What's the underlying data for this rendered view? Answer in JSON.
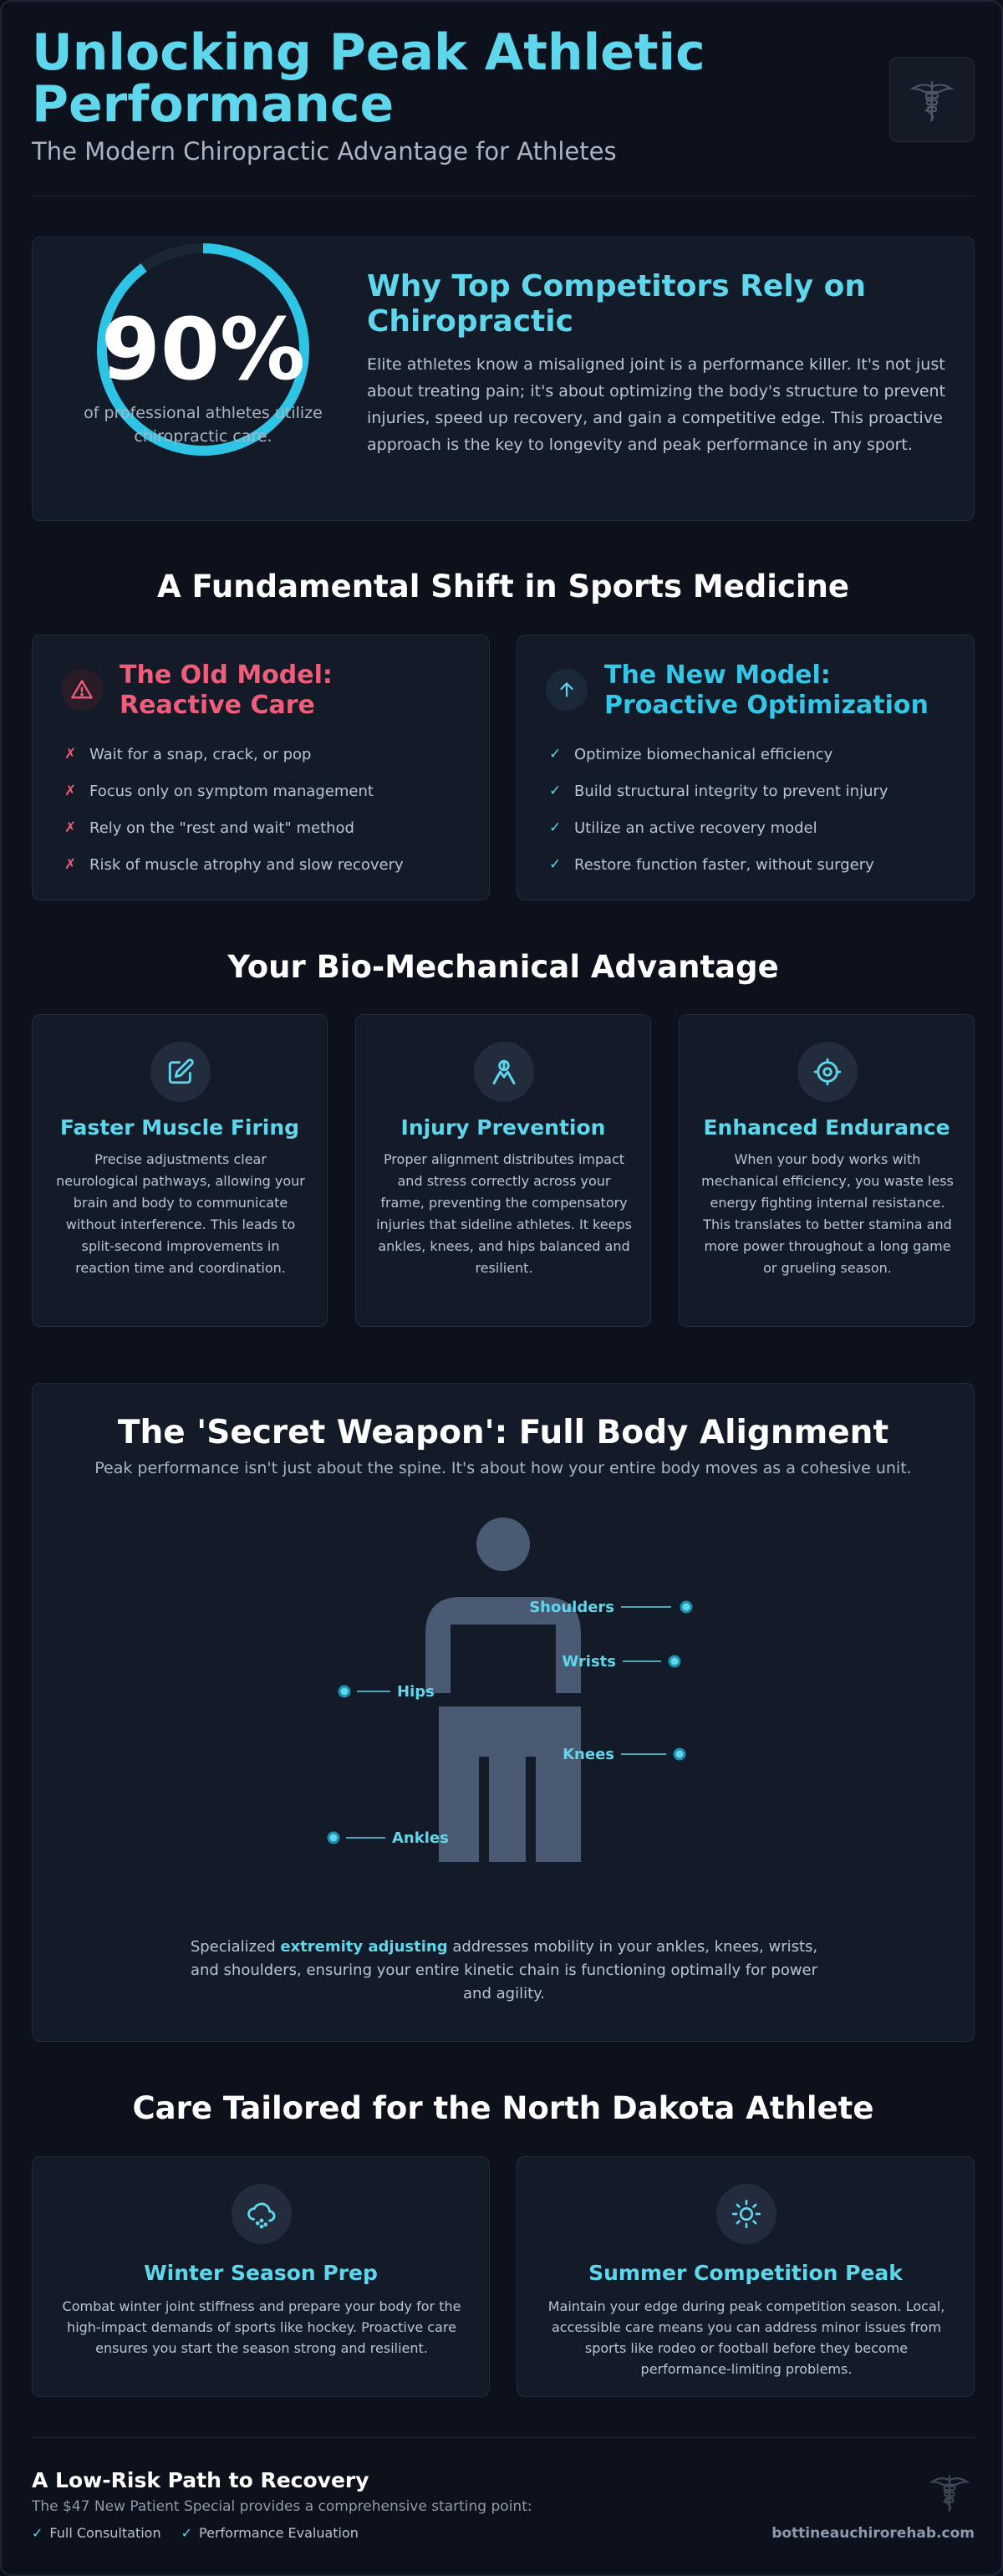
{
  "header": {
    "title": "Unlocking Peak Athletic Performance",
    "subtitle": "The Modern Chiropractic Advantage for Athletes",
    "logo_icon": "caduceus-spine-icon"
  },
  "stat": {
    "value": "90%",
    "ring_fraction": 0.9,
    "caption": "of professional athletes utilize chiropractic care.",
    "heading": "Why Top Competitors Rely on Chiropractic",
    "text": "Elite athletes know a misaligned joint is a performance killer. It's not just about treating pain; it's about optimizing the body's structure to prevent injuries, speed up recovery, and gain a competitive edge. This proactive approach is the key to longevity and peak performance in any sport."
  },
  "shift": {
    "heading": "A Fundamental Shift in Sports Medicine",
    "old": {
      "title": "The Old Model: Reactive Care",
      "icon": "warning-triangle-icon",
      "mark": "✗",
      "items": [
        "Wait for a snap, crack, or pop",
        "Focus only on symptom management",
        "Rely on the \"rest and wait\" method",
        "Risk of muscle atrophy and slow recovery"
      ]
    },
    "new": {
      "title": "The New Model: Proactive Optimization",
      "icon": "arrow-up-icon",
      "mark": "✓",
      "items": [
        "Optimize biomechanical efficiency",
        "Build structural integrity to prevent injury",
        "Utilize an active recovery model",
        "Restore function faster, without surgery"
      ]
    }
  },
  "advantage": {
    "heading": "Your Bio-Mechanical Advantage",
    "cards": [
      {
        "icon": "edit-pencil-icon",
        "title": "Faster Muscle Firing",
        "text": "Precise adjustments clear neurological pathways, allowing your brain and body to communicate without interference. This leads to split-second improvements in reaction time and coordination."
      },
      {
        "icon": "person-shield-icon",
        "title": "Injury Prevention",
        "text": "Proper alignment distributes impact and stress correctly across your frame, preventing the compensatory injuries that sideline athletes. It keeps ankles, knees, and hips balanced and resilient."
      },
      {
        "icon": "target-icon",
        "title": "Enhanced Endurance",
        "text": "When your body works with mechanical efficiency, you waste less energy fighting internal resistance. This translates to better stamina and more power throughout a long game or grueling season."
      }
    ]
  },
  "alignment": {
    "title": "The 'Secret Weapon': Full Body Alignment",
    "subtitle": "Peak performance isn't just about the spine. It's about how your entire body moves as a cohesive unit.",
    "labels": {
      "shoulders": "Shoulders",
      "wrists": "Wrists",
      "hips": "Hips",
      "knees": "Knees",
      "ankles": "Ankles"
    },
    "foot_before": "Specialized ",
    "foot_highlight": "extremity adjusting",
    "foot_after": " addresses mobility in your ankles, knees, wrists, and shoulders, ensuring your entire kinetic chain is functioning optimally for power and agility."
  },
  "seasons": {
    "heading": "Care Tailored for the North Dakota Athlete",
    "cards": [
      {
        "icon": "snow-cloud-icon",
        "title": "Winter Season Prep",
        "text": "Combat winter joint stiffness and prepare your body for the high-impact demands of sports like hockey. Proactive care ensures you start the season strong and resilient."
      },
      {
        "icon": "sun-icon",
        "title": "Summer Competition Peak",
        "text": "Maintain your edge during peak competition season. Local, accessible care means you can address minor issues from sports like rodeo or football before they become performance-limiting problems."
      }
    ]
  },
  "footer": {
    "title": "A Low-Risk Path to Recovery",
    "subtitle": "The $47 New Patient Special provides a comprehensive starting point:",
    "check_mark": "✓",
    "checks": [
      "Full Consultation",
      "Performance Evaluation"
    ],
    "url": "bottineauchirorehab.com"
  },
  "colors": {
    "accent": "#5ed7ec",
    "ring": "#2ec4e6",
    "danger": "#ef5d7a",
    "background": "#0c111b",
    "card": "#141b28",
    "figure": "#4b5a73"
  }
}
